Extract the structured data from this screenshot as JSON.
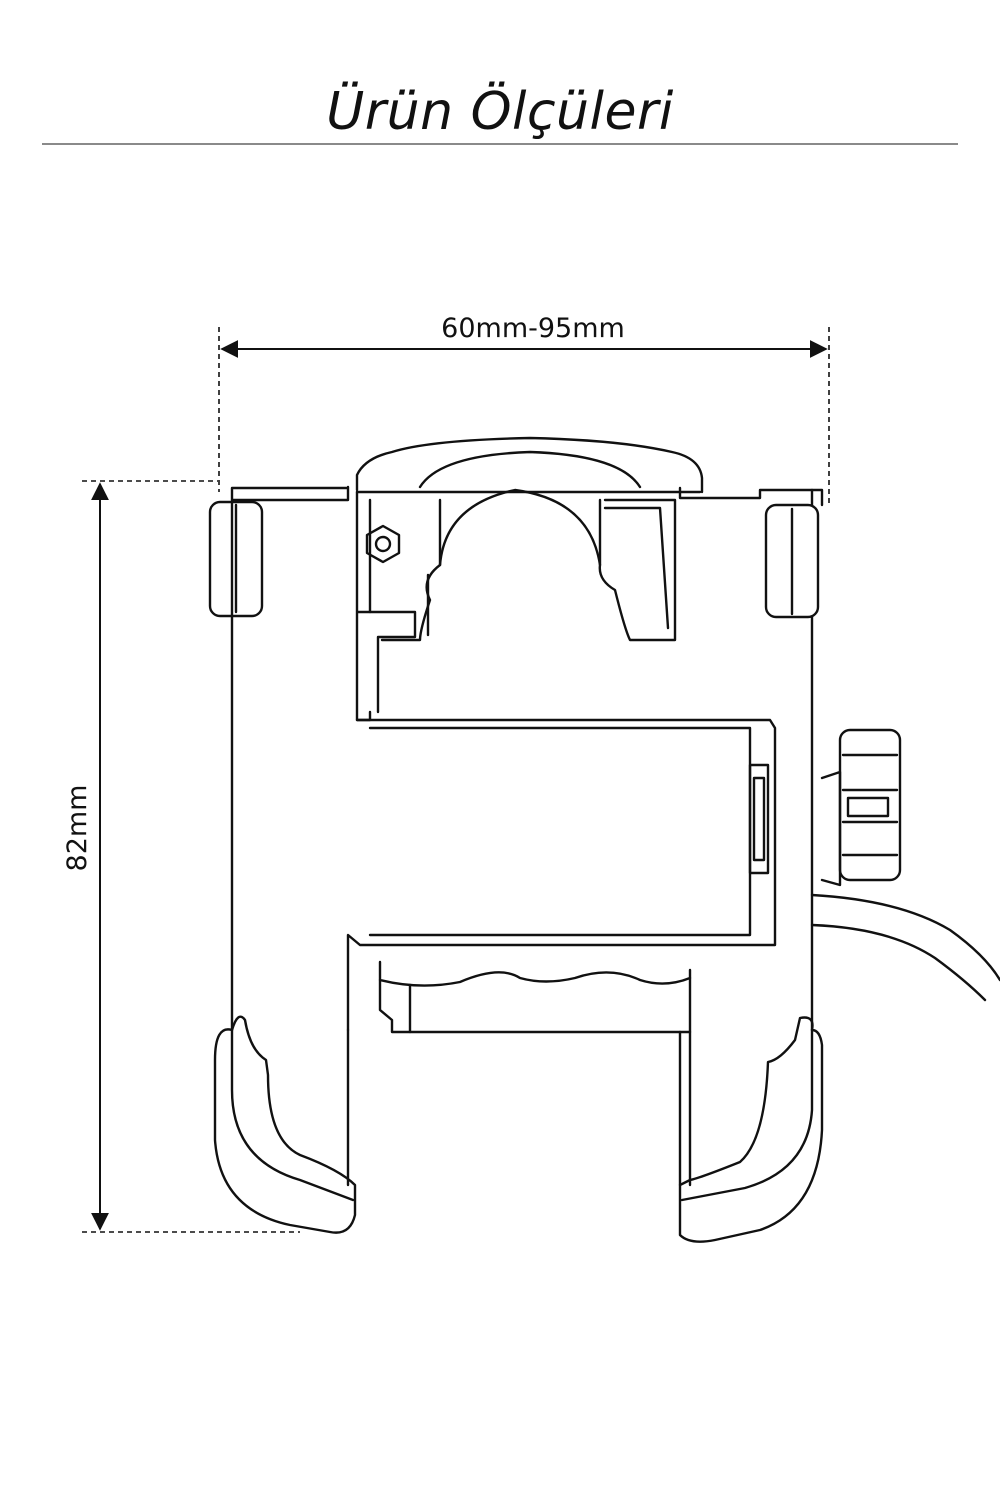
{
  "page": {
    "title": "Ürün Ölçüleri"
  },
  "dimensions": {
    "width_label": "60mm-95mm",
    "height_label": "82mm"
  },
  "colors": {
    "line": "#111111",
    "rule": "#8a8a8a",
    "background": "#ffffff"
  }
}
